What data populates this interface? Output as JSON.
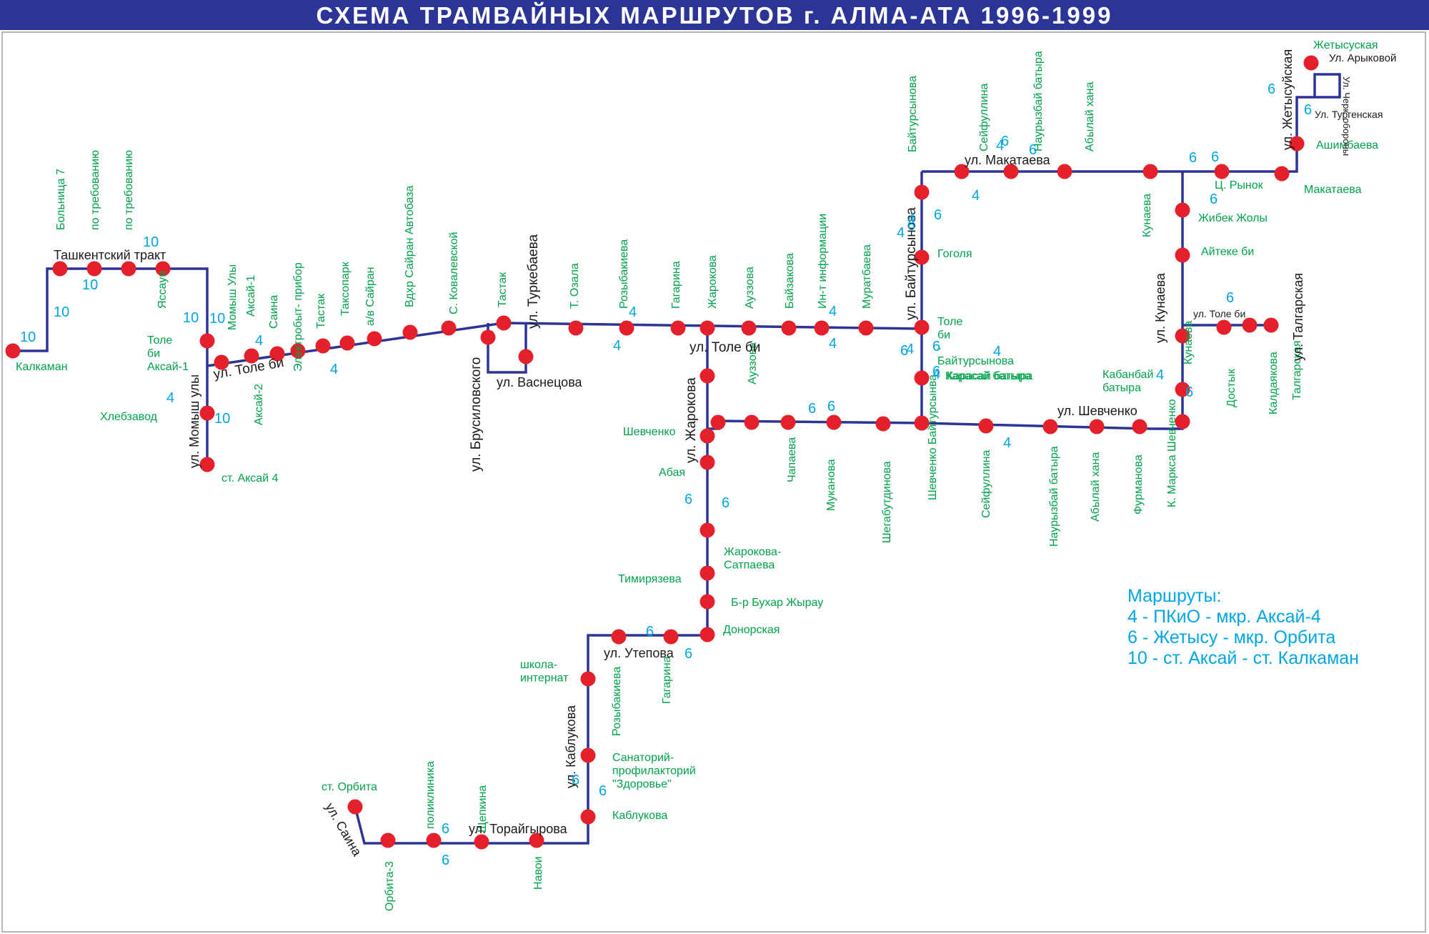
{
  "title": "СХЕМА ТРАМВАЙНЫХ МАРШРУТОВ г. АЛМА-АТА 1996-1999",
  "colors": {
    "title_bg": "#2b3497",
    "line": "#2b3497",
    "stop": "#e4202b",
    "stop_label": "#00a24a",
    "route_number": "#00a6e3",
    "street": "#1a1a1a"
  },
  "legend": {
    "heading": "Маршруты:",
    "routes": [
      "4 - ПКиО - мкр. Аксай-4",
      "6 - Жетысу  - мкр. Орбита",
      "10 - ст. Аксай - ст. Калкаман"
    ]
  },
  "streets": [
    "Ташкентский тракт",
    "ул. Момыш улы",
    "ул. Толе би",
    "ул. Брусиловского",
    "ул. Туркебаева",
    "ул. Васнецова",
    "ул. Толе би",
    "ул. Жарокова",
    "ул. Утепова",
    "ул. Каблукова",
    "ул. Торайгырова",
    "ул. Саина",
    "ул. Шевченко",
    "ул. Байтурсынова",
    "ул. Макатаева",
    "ул. Кунаева",
    "ул. Толе би",
    "ул. Талгарская",
    "ул. Жетысуйская",
    "Ул. Арыковой",
    "Ул. Тургенская",
    "Ул. Черк. обороны"
  ],
  "stops": [
    "Калкаман",
    "Больница 7",
    "по требованию",
    "по требованию",
    "Яссауи",
    "Толе би Аксай-1",
    "Хлебзавод",
    "ст. Аксай 4",
    "Момыш Улы",
    "Аксай-1",
    "Саина",
    "Аксай-2",
    "Электробыт- прибор",
    "Тастак",
    "Таксопарк",
    "а/в Сайран",
    "Вдхр Сайран Автобаза",
    "С. Ковалевской",
    "Тастак",
    "Т. Озала",
    "Розыбакиева",
    "Гагарина",
    "Жарокова",
    "Ауззова",
    "Байзакова",
    "Ин-т информации",
    "Муратбаева",
    "Толе би - Байтурсынова",
    "Карасай батыра",
    "Шевченко",
    "Абая",
    "Жарокова- Сатпаева",
    "Тимирязева",
    "Б-р Бухар Жырау",
    "Донорская",
    "Гагарина",
    "Розыбакиева",
    "школа- интернат",
    "Санаторий- профилакторий \"Здоровье\"",
    "Каблукова",
    "Навои",
    "Щепкина",
    "поликлиника",
    "Орбита-3",
    "ст. Орбита",
    "Ауззова",
    "Чапаева",
    "Муканова",
    "Шегабутдинова",
    "Шевченко Байтурсынва",
    "Сейфуллина",
    "Наурызбай батыра",
    "Абылай хана",
    "Фурманова",
    "К. Маркса Шевченко",
    "Кунаева",
    "Кабанбай батыра",
    "Достык",
    "Калдаякова",
    "Талгарская",
    "Айтеке би",
    "Жибек Жолы",
    "Ц. Рынок",
    "Макатаева",
    "Ашимбаева",
    "Жетысуская",
    "Кунаева",
    "Абылай хана",
    "Наурызбай батыра",
    "Сейфуллина",
    "Байтурсынова",
    "Гоголя",
    "Карасай батыра"
  ],
  "route_labels": [
    "10",
    "10",
    "10",
    "10",
    "10",
    "10",
    "10",
    "4",
    "4",
    "4",
    "4",
    "4",
    "4",
    "4",
    "4",
    "4",
    "4",
    "4",
    "6",
    "6",
    "6",
    "6",
    "6",
    "6",
    "6",
    "6",
    "6",
    "6",
    "6",
    "6",
    "6",
    "6",
    "6",
    "6",
    "6",
    "6",
    "6",
    "6",
    "6",
    "6",
    "4",
    "4",
    "4",
    "4",
    "6",
    "6",
    "4"
  ]
}
